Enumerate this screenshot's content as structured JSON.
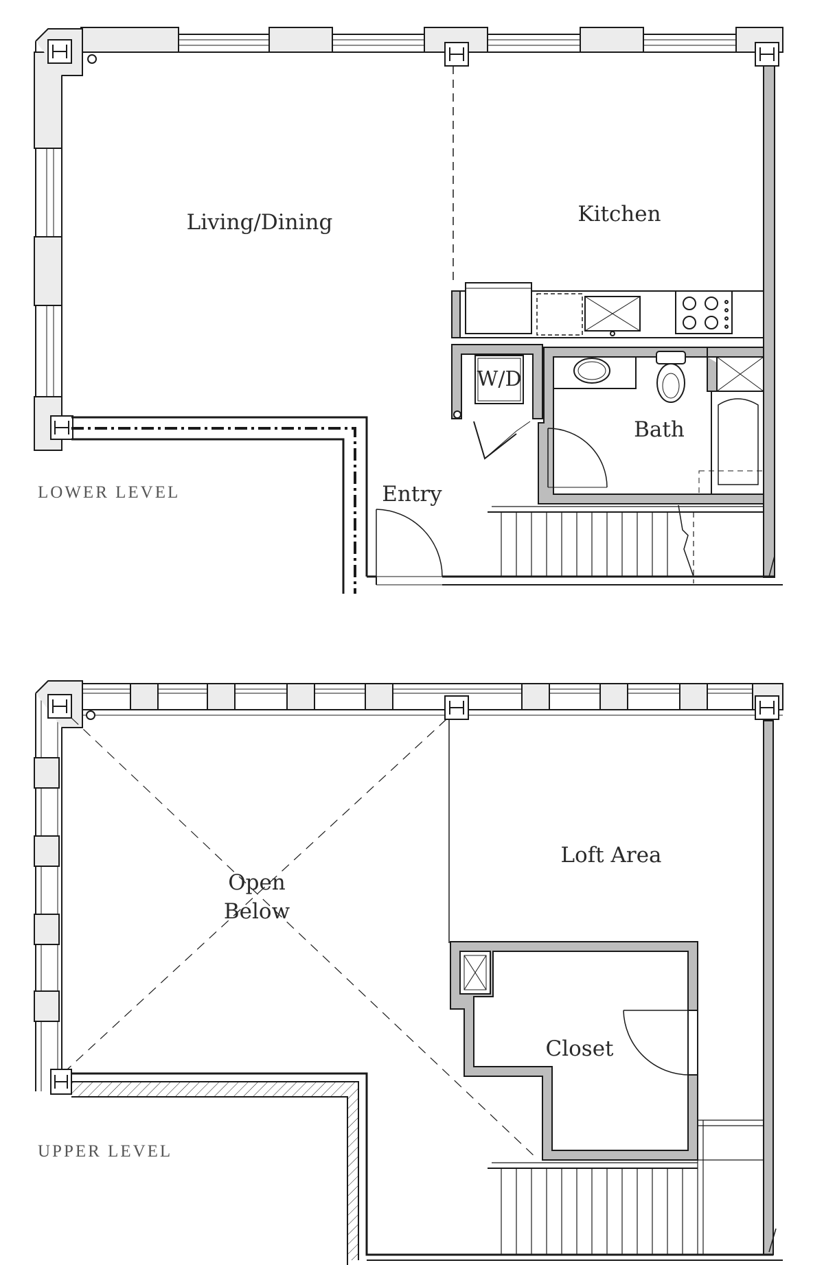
{
  "lower_level": {
    "title": "LOWER LEVEL",
    "rooms": {
      "living": "Living/Dining",
      "kitchen": "Kitchen",
      "wd": "W/D",
      "bath": "Bath",
      "entry": "Entry"
    }
  },
  "upper_level": {
    "title": "UPPER LEVEL",
    "rooms": {
      "open_line1": "Open",
      "open_line2": "Below",
      "loft": "Loft Area",
      "closet": "Closet"
    }
  },
  "colors": {
    "wall_fill": "#bdbdbd",
    "line": "#1a1a1a",
    "text": "#2a2a2a"
  }
}
